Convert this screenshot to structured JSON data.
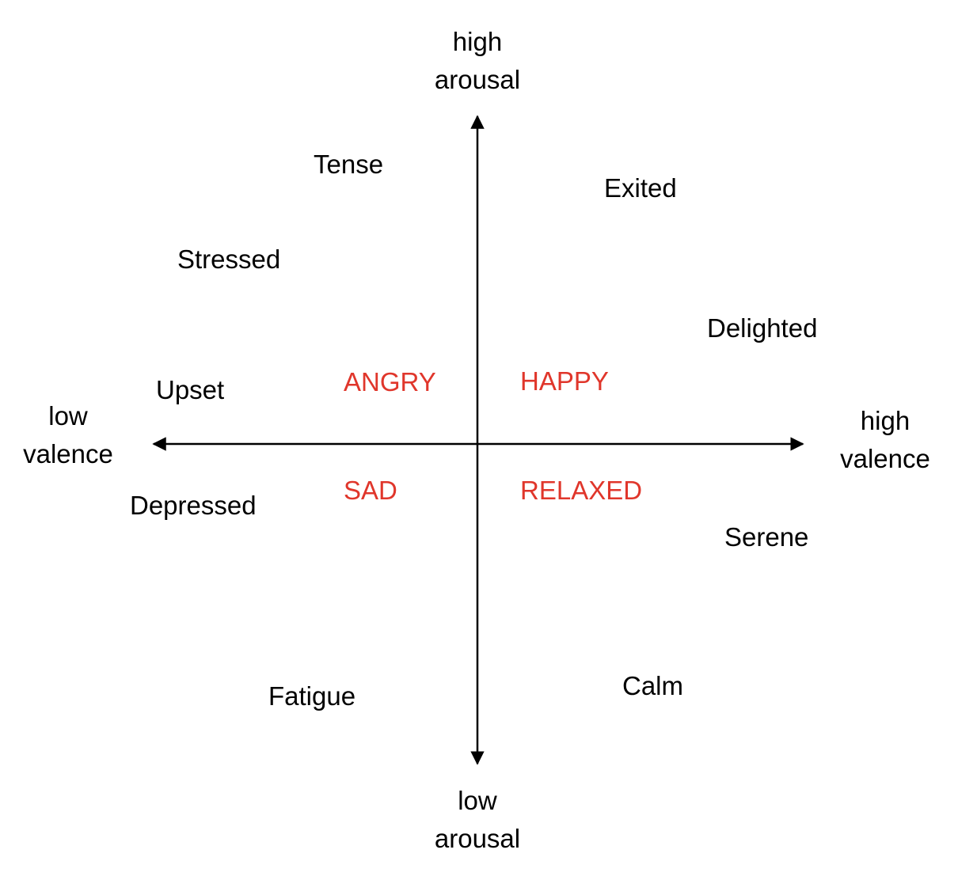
{
  "axes": {
    "top": [
      "high",
      "arousal"
    ],
    "bottom": [
      "low",
      "arousal"
    ],
    "left": [
      "low",
      "valence"
    ],
    "right": [
      "high",
      "valence"
    ]
  },
  "quadrants": {
    "top_left": "ANGRY",
    "top_right": "HAPPY",
    "bottom_left": "SAD",
    "bottom_right": "RELAXED"
  },
  "emotions": {
    "tense": "Tense",
    "exited": "Exited",
    "stressed": "Stressed",
    "delighted": "Delighted",
    "upset": "Upset",
    "depressed": "Depressed",
    "serene": "Serene",
    "fatigue": "Fatigue",
    "calm": "Calm"
  },
  "colors": {
    "axis": "#000000",
    "text": "#000000",
    "quadrant": "#e0362b"
  }
}
